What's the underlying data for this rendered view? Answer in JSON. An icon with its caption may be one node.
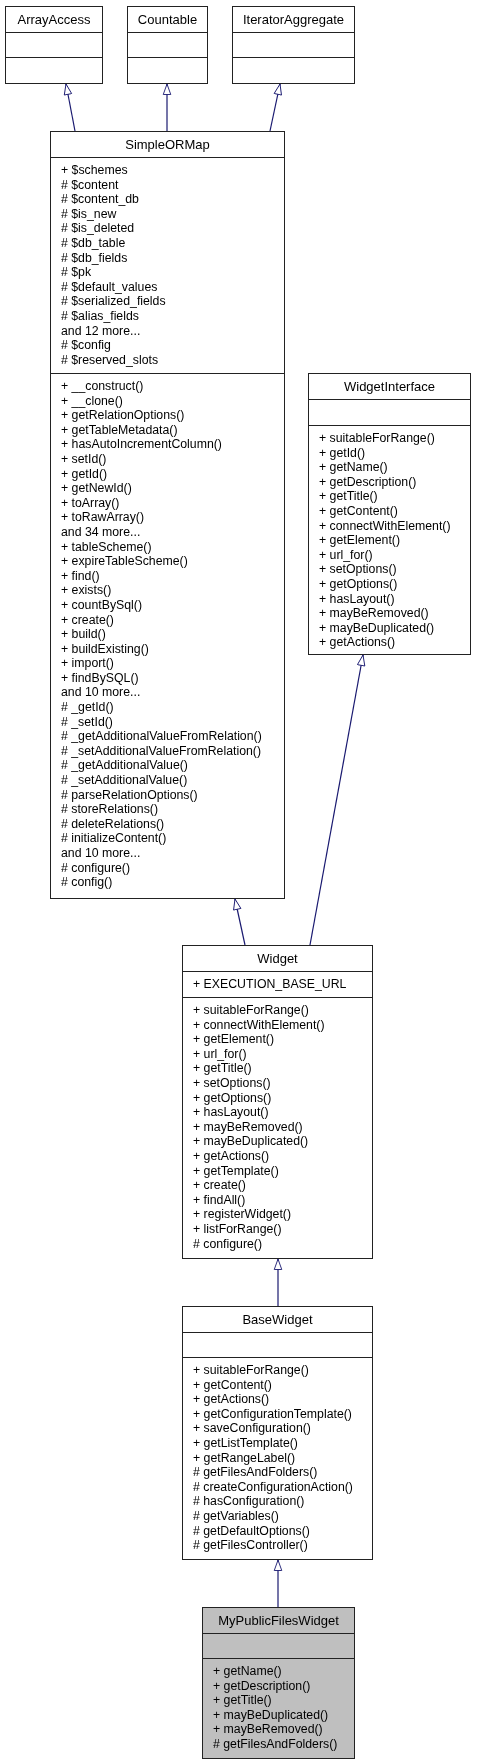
{
  "diagram": {
    "nodes": [
      {
        "text": [
          "ArrayAccess"
        ]
      },
      {
        "text": [],
        "shape": "box",
        "in": 0
      },
      {
        "text": [],
        "shape": "box",
        "in": 0
      },
      {
        "text": [
          "Countable"
        ]
      },
      {
        "text": [],
        "shape": "box",
        "in": 3
      },
      {
        "text": [],
        "shape": "box",
        "in": 3
      },
      {
        "text": [
          "IteratorAggregate"
        ]
      },
      {
        "text": [],
        "shape": "box",
        "in": 6
      },
      {
        "text": [],
        "shape": "box",
        "in": 6
      },
      {
        "text": [
          "SimpleORMap"
        ]
      },
      {
        "text": [
          "+ $schemes",
          "# $content",
          "# $content_db",
          "# $is_new",
          "# $is_deleted",
          "# $db_table",
          "# $db_fields",
          "# $pk",
          "# $default_values",
          "# $serialized_fields",
          "# $alias_fields",
          "and 12 more...",
          "# $config",
          "# $reserved_slots"
        ],
        "in": 9
      },
      {
        "text": [
          "+ __construct()",
          "+ __clone()",
          "+ getRelationOptions()",
          "+ getTableMetadata()",
          "+ hasAutoIncrementColumn()",
          "+ setId()",
          "+ getId()",
          "+ getNewId()",
          "+ toArray()",
          "+ toRawArray()",
          "and 34 more...",
          "+ tableScheme()",
          "+ expireTableScheme()",
          "+ find()",
          "+ exists()",
          "+ countBySql()",
          "+ create()",
          "+ build()",
          "+ buildExisting()",
          "+ import()",
          "+ findBySQL()",
          "and 10 more...",
          "# _getId()",
          "# _setId()",
          "# _getAdditionalValueFromRelation()",
          "# _setAdditionalValueFromRelation()",
          "# _getAdditionalValue()",
          "# _setAdditionalValue()",
          "# parseRelationOptions()",
          "# storeRelations()",
          "# deleteRelations()",
          "# initializeContent()",
          "and 10 more...",
          "# configure()",
          "# config()"
        ],
        "in": 9
      },
      {
        "text": [
          "WidgetInterface"
        ]
      },
      {
        "text": [],
        "shape": "box",
        "in": 12
      },
      {
        "text": [
          "+ suitableForRange()",
          "+ getId()",
          "+ getName()",
          "+ getDescription()",
          "+ getTitle()",
          "+ getContent()",
          "+ connectWithElement()",
          "+ getElement()",
          "+ url_for()",
          "+ setOptions()",
          "+ getOptions()",
          "+ hasLayout()",
          "+ mayBeRemoved()",
          "+ mayBeDuplicated()",
          "+ getActions()"
        ],
        "in": 12
      },
      {
        "text": [
          "Widget"
        ]
      },
      {
        "text": [
          "+ EXECUTION_BASE_URL"
        ],
        "in": 15
      },
      {
        "text": [
          "+ suitableForRange()",
          "+ connectWithElement()",
          "+ getElement()",
          "+ url_for()",
          "+ getTitle()",
          "+ setOptions()",
          "+ getOptions()",
          "+ hasLayout()",
          "+ mayBeRemoved()",
          "+ mayBeDuplicated()",
          "+ getActions()",
          "+ getTemplate()",
          "+ create()",
          "+ findAll()",
          "+ registerWidget()",
          "+ listForRange()",
          "# configure()"
        ],
        "in": 15
      },
      {
        "text": [
          "BaseWidget"
        ]
      },
      {
        "text": [],
        "shape": "box",
        "in": 18
      },
      {
        "text": [
          "+ suitableForRange()",
          "+ getContent()",
          "+ getActions()",
          "+ getConfigurationTemplate()",
          "+ saveConfiguration()",
          "+ getListTemplate()",
          "+ getRangeLabel()",
          "# getFilesAndFolders()",
          "# createConfigurationAction()",
          "# hasConfiguration()",
          "# getVariables()",
          "# getDefaultOptions()",
          "# getFilesController()"
        ],
        "in": 18
      },
      {
        "text": [
          "MyPublicFilesWidget"
        ]
      },
      {
        "text": [],
        "shape": "box",
        "in": 21
      },
      {
        "text": [
          "+ getName()",
          "+ getDescription()",
          "+ getTitle()",
          "+ mayBeDuplicated()",
          "+ mayBeRemoved()",
          "# getFilesAndFolders()"
        ],
        "in": 21
      }
    ],
    "edges": [
      {
        "from": 9,
        "to": 0,
        "arrow": "to"
      },
      {
        "from": 9,
        "to": 3,
        "arrow": "to"
      },
      {
        "from": 9,
        "to": 6,
        "arrow": "to"
      },
      {
        "from": 15,
        "to": 9,
        "arrow": "to"
      },
      {
        "from": 15,
        "to": 12,
        "arrow": "to"
      },
      {
        "from": 18,
        "to": 15,
        "arrow": "to"
      },
      {
        "from": 21,
        "to": 18,
        "arrow": "to"
      }
    ]
  }
}
